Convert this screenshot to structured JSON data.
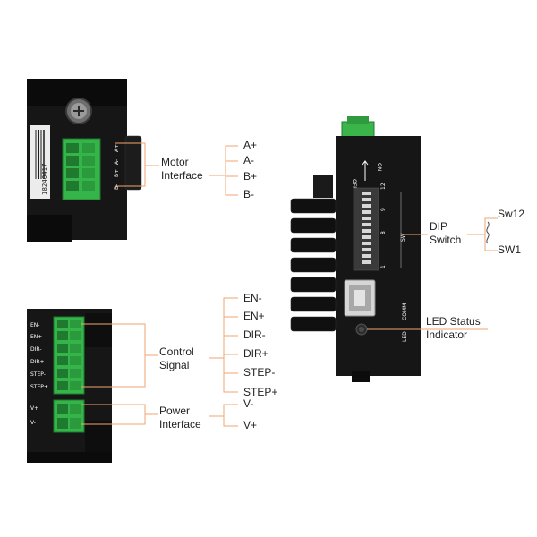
{
  "barcode_number": "18240417",
  "terminal_labels_motor": [
    "A+",
    "A-",
    "B+",
    "B-"
  ],
  "terminal_labels_signal": [
    "EN-",
    "EN+",
    "DIR-",
    "DIR+",
    "STEP-",
    "STEP+",
    "V+",
    "V-"
  ],
  "switch_silkscreen": {
    "off": "OFF",
    "on": "ON",
    "numbers": [
      "12",
      "9",
      "8",
      "1"
    ],
    "sw": "SW",
    "comm": "COMM",
    "led": "LED"
  },
  "groups": {
    "motor": {
      "title_line1": "Motor",
      "title_line2": "Interface",
      "items": [
        "A+",
        "A-",
        "B+",
        "B-"
      ]
    },
    "control": {
      "title_line1": "Control",
      "title_line2": "Signal",
      "items": [
        "EN-",
        "EN+",
        "DIR-",
        "DIR+",
        "STEP-",
        "STEP+"
      ]
    },
    "power": {
      "title_line1": "Power",
      "title_line2": "Interface",
      "items": [
        "V-",
        "V+"
      ]
    },
    "dip": {
      "title_line1": "DIP",
      "title_line2": "Switch",
      "top": "Sw12",
      "bottom": "SW1"
    },
    "led": {
      "title_line1": "LED Status",
      "title_line2": "Indicator"
    }
  },
  "colors": {
    "leader": "#f2a470",
    "terminal_green": "#35b44a",
    "body_black": "#161616"
  }
}
